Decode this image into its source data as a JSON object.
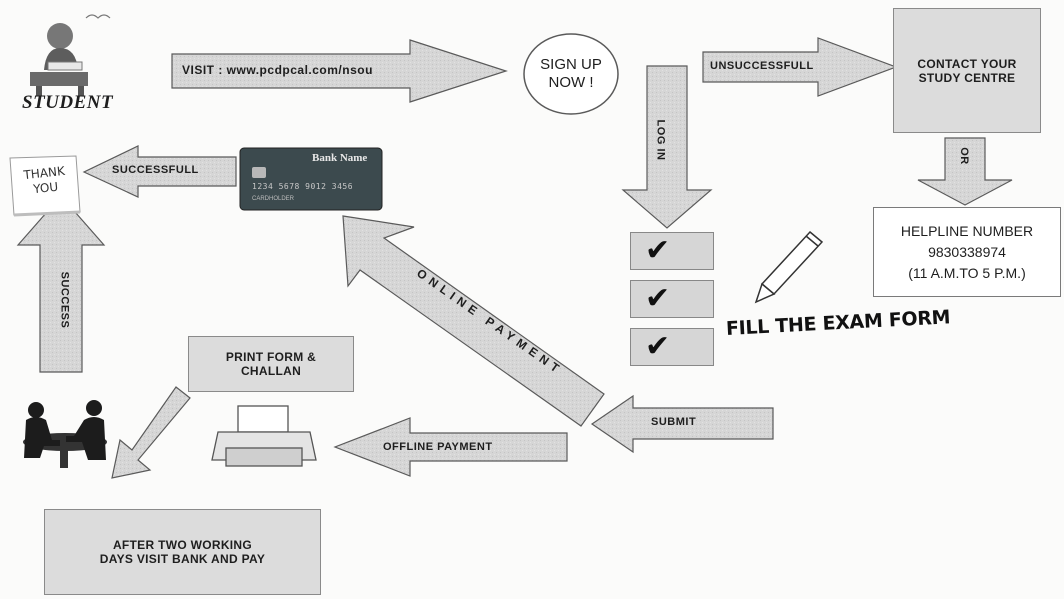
{
  "student_label": "STUDENT",
  "thank_you_text": "THANK YOU",
  "sign_up_text": "SIGN UP NOW !",
  "arrows": {
    "visit": "VISIT : www.pcdpcal.com/nsou",
    "unsuccessful": "UNSUCCESSFULL",
    "log_in": "LOG IN",
    "or": "OR",
    "successful": "SUCCESSFULL",
    "success": "SUCCESS",
    "online_payment": "ONLINE PAYMENT",
    "submit": "SUBMIT",
    "offline_payment": "OFFLINE PAYMENT"
  },
  "contact_box": "CONTACT YOUR STUDY CENTRE",
  "helpline": {
    "title": "HELPLINE NUMBER",
    "number": "9830338974",
    "hours": "(11 A.M.TO 5 P.M.)"
  },
  "fill_form_text": "FILL THE EXAM FORM",
  "print_box": "PRINT FORM & CHALLAN",
  "bank_box": "AFTER TWO WORKING DAYS VISIT BANK AND PAY",
  "card": {
    "bank_name": "Bank Name",
    "number": "1234  5678  9012  3456",
    "holder": "CARDHOLDER"
  },
  "colors": {
    "arrow_fill": "#d4d4d4",
    "arrow_stroke": "#5a5a5a",
    "box_fill": "#dcdcdc",
    "card_fill": "#3c4a4e"
  }
}
